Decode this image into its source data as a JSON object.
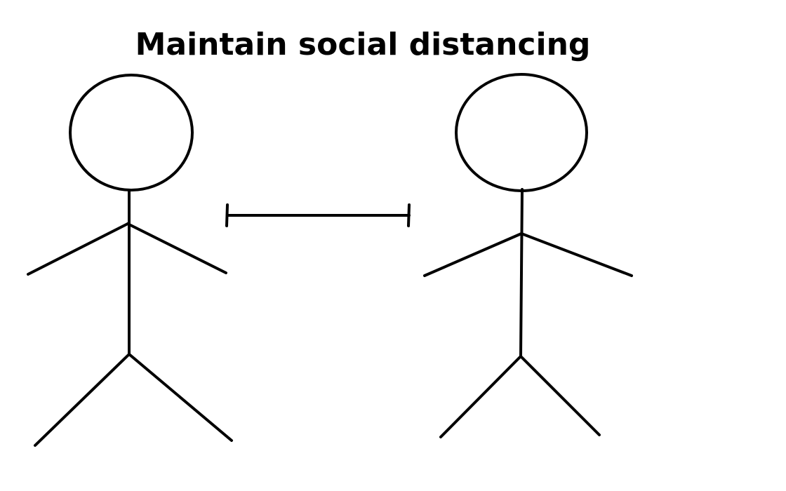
{
  "title": "Maintain social distancing",
  "colors": {
    "background": "#ffffff",
    "ink": "#000000"
  },
  "figures": [
    {
      "name": "person-left"
    },
    {
      "name": "person-right"
    }
  ],
  "distance_marker": {
    "kind": "double-headed bar"
  }
}
